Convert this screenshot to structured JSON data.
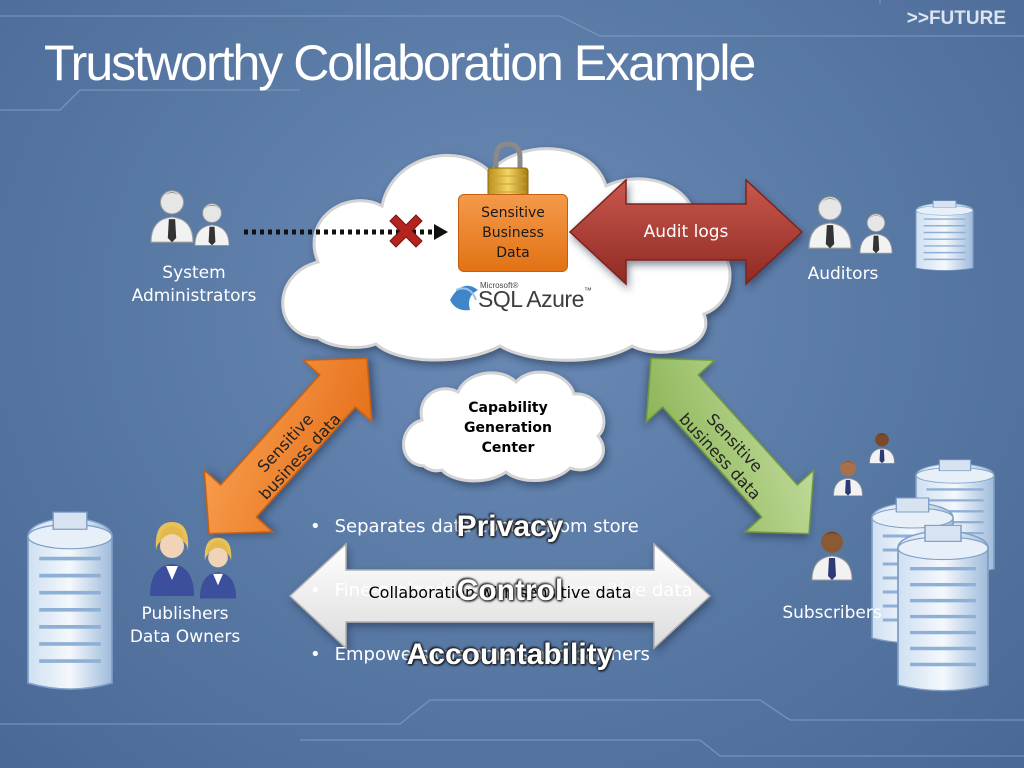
{
  "header": {
    "title": "Trustworthy Collaboration Example",
    "brand": ">>FUTURE"
  },
  "cloud_main": {
    "data_box": [
      "Sensitive",
      "Business",
      "Data"
    ],
    "logo_small": "Microsoft®",
    "logo_text": "SQL Azure",
    "logo_tm": "™"
  },
  "audit_arrow": {
    "label": "Audit logs"
  },
  "system_admins": {
    "label_lines": [
      "System",
      "Administrators"
    ]
  },
  "auditors": {
    "label": "Auditors"
  },
  "capability_cloud": {
    "label_lines": [
      "Capability",
      "Generation",
      "Center"
    ]
  },
  "left_arrow": {
    "label_lines": [
      "Sensitive",
      "business data"
    ]
  },
  "right_arrow": {
    "label_lines": [
      "Sensitive",
      "business data"
    ]
  },
  "publishers": {
    "label_lines": [
      "Publishers",
      "Data Owners"
    ]
  },
  "subscribers": {
    "label": "Subscribers"
  },
  "bullets": [
    {
      "text": "Separates data control from store"
    },
    {
      "text": "Fine-grained control over sensitive data"
    },
    {
      "text": "Empowers customers and partners"
    }
  ],
  "collab_arrow": {
    "label": "Collaboration with sensitive data"
  },
  "overlay_words": [
    "Privacy",
    "Control",
    "Accountability"
  ],
  "colors": {
    "background": "#5a7aa6",
    "orange": "#f08a32",
    "red_arrow": "#a8342c",
    "green_arrow": "#9cc068"
  }
}
